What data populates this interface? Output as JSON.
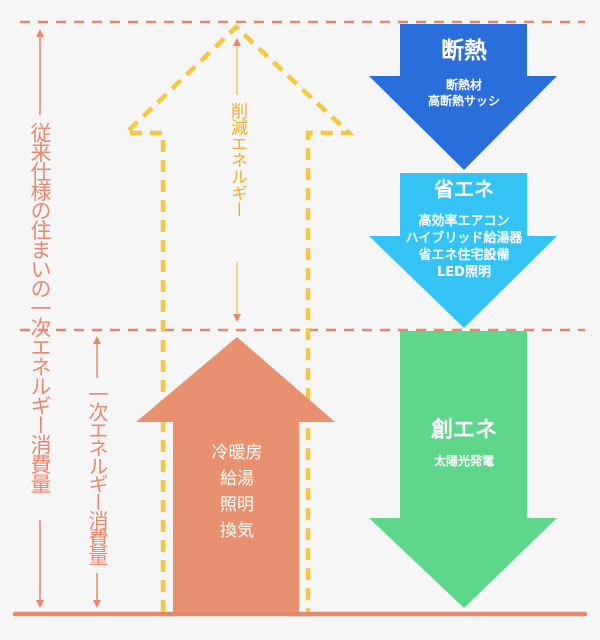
{
  "left_label": "従来仕様の住まいの一次エネルギー消費量",
  "mid_label": "一次エネルギー消費量",
  "reduce_label": "削減エネルギー",
  "demand": {
    "lines": [
      "冷暖房",
      "給湯",
      "照明",
      "換気"
    ]
  },
  "blocks": {
    "insulation": {
      "title": "断熱",
      "items": [
        "断熱材",
        "高断熱サッシ"
      ]
    },
    "energy_saving": {
      "title": "省エネ",
      "items": [
        "高効率エアコン",
        "ハイブリッド給湯器",
        "省エネ住宅設備",
        "LED照明"
      ]
    },
    "creation": {
      "title": "創エネ",
      "items": [
        "太陽光発電"
      ]
    }
  },
  "colors": {
    "background": "#f6f6f6",
    "guide_line": "#e8876a",
    "baseline": "#e38a6c",
    "label_text": "#e9886e",
    "demand_arrow": "#e9906f",
    "dashed_arrow": "#f9c640",
    "reduce_text": "#eeb02c",
    "reduce_line": "#f4c36d",
    "insulation": "#2a6edb",
    "energy_saving": "#33c3f4",
    "creation": "#5fd78a",
    "white": "#ffffff"
  }
}
